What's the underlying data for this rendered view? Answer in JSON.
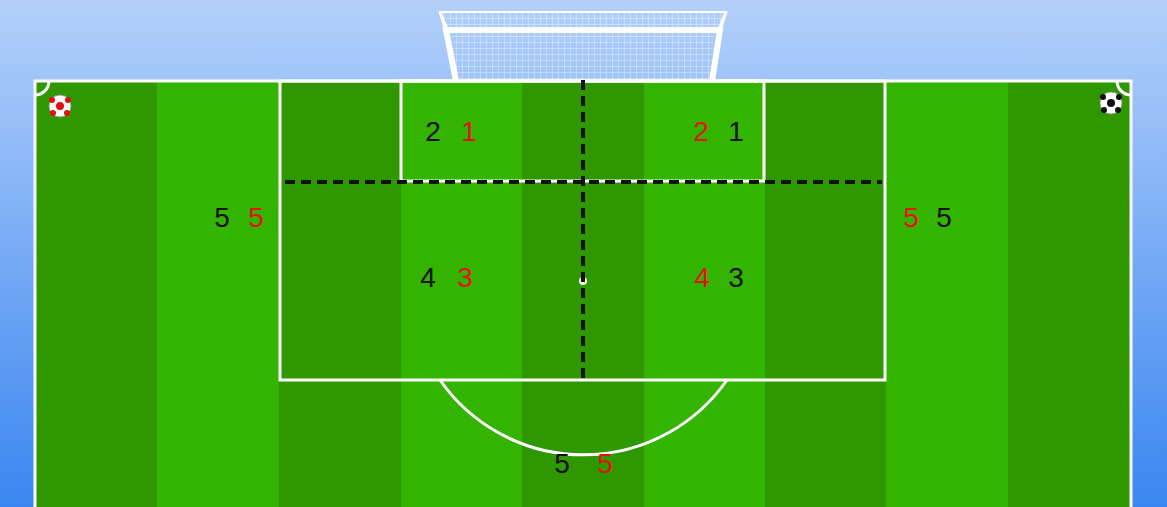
{
  "diagram": {
    "labels": [
      "2",
      "1",
      "2",
      "1",
      "5",
      "5",
      "5",
      "5",
      "4",
      "3",
      "4",
      "3",
      "5",
      "5"
    ]
  }
}
